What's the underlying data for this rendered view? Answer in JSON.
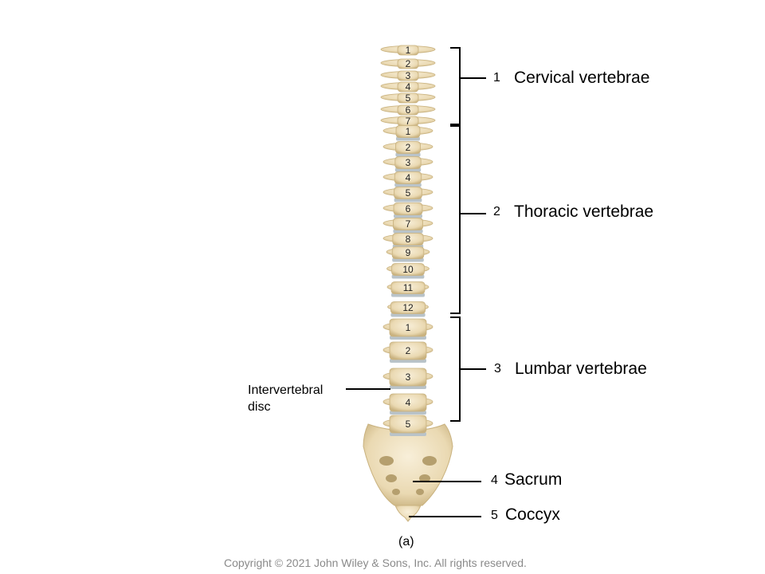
{
  "vertebra_labels": {
    "cervical": [
      "1",
      "2",
      "3",
      "4",
      "5",
      "6",
      "7"
    ],
    "thoracic": [
      "1",
      "2",
      "3",
      "4",
      "5",
      "6",
      "7",
      "8",
      "9",
      "10",
      "11",
      "12"
    ],
    "lumbar": [
      "1",
      "2",
      "3",
      "4",
      "5"
    ]
  },
  "regions": [
    {
      "num": "1",
      "label": "Cervical vertebrae"
    },
    {
      "num": "2",
      "label": "Thoracic vertebrae"
    },
    {
      "num": "3",
      "label": "Lumbar vertebrae"
    },
    {
      "num": "4",
      "label": "Sacrum"
    },
    {
      "num": "5",
      "label": "Coccyx"
    }
  ],
  "disc_label": {
    "line1": "Intervertebral",
    "line2": "disc"
  },
  "caption": "(a)",
  "copyright": "Copyright © 2021 John Wiley & Sons, Inc. All rights reserved.",
  "colors": {
    "bone": "#efe0bf",
    "bone_shadow": "#c9b27f",
    "disc": "#b9c3c9",
    "line": "#000000"
  }
}
